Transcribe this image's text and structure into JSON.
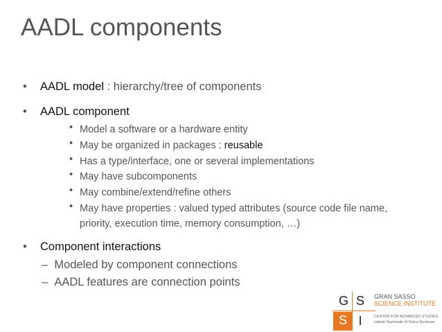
{
  "title": "AADL components",
  "bullets": [
    {
      "bold": "AADL model",
      "rest": " : hierarchy/tree of components"
    },
    {
      "bold": "AADL component",
      "rest": ""
    },
    {
      "bold": "Component interactions",
      "rest": ""
    }
  ],
  "sub_bullets": [
    "Model a software or a hardware entity",
    "May be organized in packages : ",
    "Has a type/interface, one or several implementations",
    "May have subcomponents",
    "May combine/extend/refine others",
    "May have properties : valued typed attributes (source code file name,",
    "priority, execution time, memory consumption, …)"
  ],
  "sub_bullet_keyword": "reusable",
  "dash_items": [
    "Modeled by component connections",
    "AADL features are connection points"
  ],
  "bullet_glyph": "•",
  "dash_glyph": "–",
  "logo": {
    "letters": [
      "G",
      "S",
      "S",
      "I"
    ],
    "line1": "GRAN SASSO",
    "line2": "SCIENCE INSTITUTE",
    "line3": "CENTER FOR ADVANCED STUDIES",
    "line4": "Istituto Nazionale di Fisica Nucleare",
    "accent": "#e87722"
  }
}
